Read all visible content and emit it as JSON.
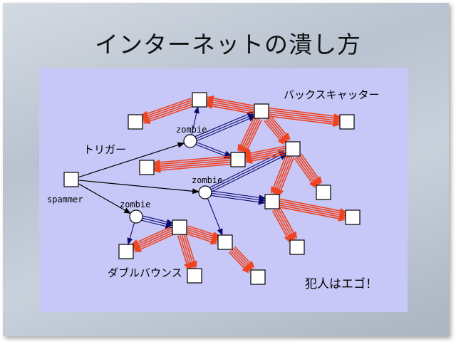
{
  "slide": {
    "title": "インターネットの潰し方"
  },
  "diagram": {
    "panel_color": "#c8c8f8",
    "edge_colors": {
      "command": "#0a0a70",
      "attack": "#ee4422",
      "black": "#000000"
    },
    "labels": {
      "backscatter": "バックスキャッター",
      "trigger": "トリガー",
      "spammer": "spammer",
      "zombie1": "zombie",
      "zombie2": "zombie",
      "zombie3": "zombie",
      "double_bounce": "ダブルバウンス",
      "culprit": "犯人はエゴ！"
    }
  }
}
